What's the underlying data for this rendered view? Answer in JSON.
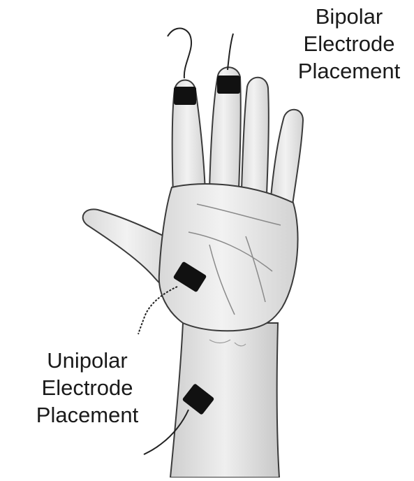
{
  "labels": {
    "bipolar": [
      "Bipolar",
      "Electrode",
      "Placement"
    ],
    "unipolar": [
      "Unipolar",
      "Electrode",
      "Placement"
    ]
  },
  "colors": {
    "skin": "#ececec",
    "skin_shadow": "#c9c9c9",
    "outline": "#3a3a3a",
    "electrode": "#111111",
    "text": "#1a1a1a"
  }
}
